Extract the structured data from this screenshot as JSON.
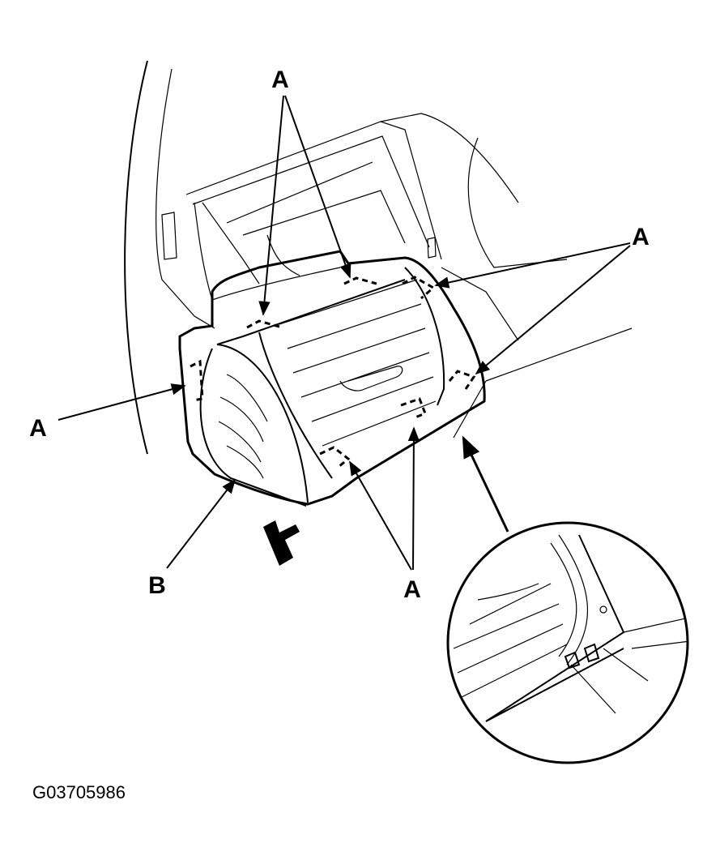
{
  "labels": {
    "a_top": "A",
    "a_right": "A",
    "a_left": "A",
    "a_bottom": "A",
    "b": "B"
  },
  "figure_code": "G03705986"
}
